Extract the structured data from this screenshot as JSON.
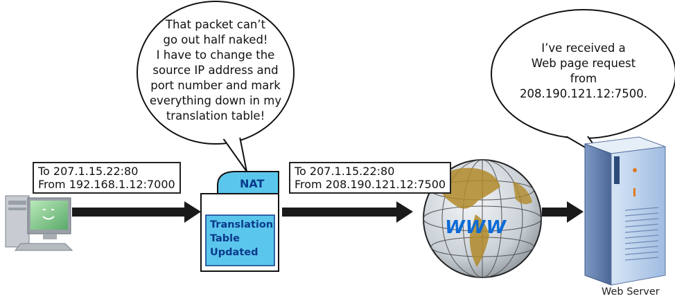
{
  "nat_bubble": {
    "lines": [
      "That packet can’t",
      "go out half naked!",
      "I have to change the",
      "source IP address and",
      "port number and mark",
      "everything down in my",
      "translation table!"
    ]
  },
  "server_bubble": {
    "lines": [
      "I’ve received a",
      "Web page request",
      "from",
      "208.190.121.12:7500."
    ]
  },
  "packet_before": {
    "to": "To 207.1.15.22:80",
    "from": "From 192.168.1.12:7000"
  },
  "packet_after": {
    "to": "To 207.1.15.22:80",
    "from": "From 208.190.121.12:7500"
  },
  "nat_device": {
    "label": "NAT",
    "table_lines": [
      "Translation",
      "Table",
      "Updated"
    ]
  },
  "globe": {
    "label": "WWW"
  },
  "server": {
    "caption": "Web Server"
  },
  "colors": {
    "nat_fill": "#5bc6ec",
    "nat_text": "#0a3a8c",
    "arrow": "#1a1a1a",
    "globe_ocean": "#d8dde2",
    "globe_land": "#b0892a"
  }
}
